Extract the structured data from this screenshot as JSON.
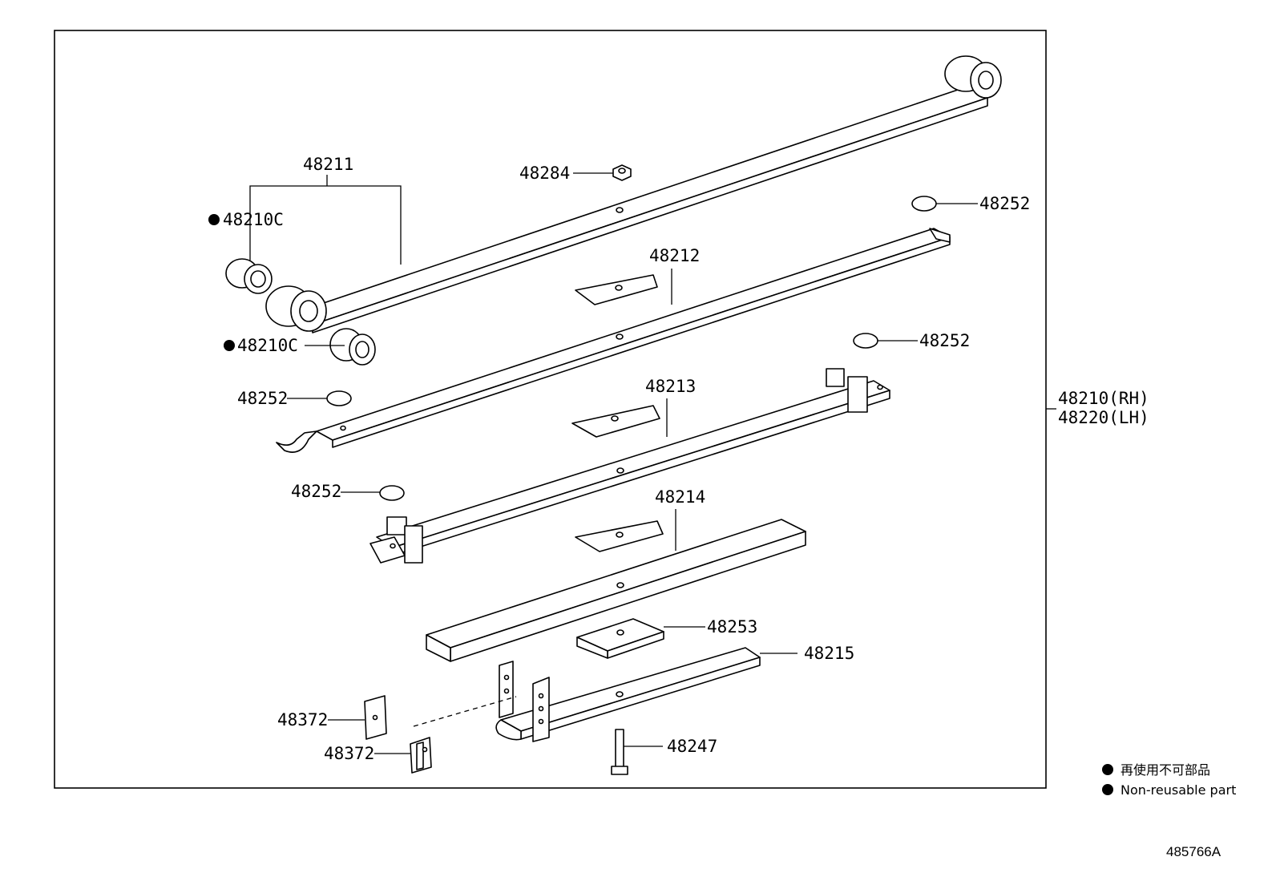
{
  "labels": {
    "p48211": "48211",
    "p48210c_top": "48210C",
    "p48210c_bottom": "48210C",
    "p48284": "48284",
    "p48252_a": "48252",
    "p48252_b": "48252",
    "p48252_c": "48252",
    "p48252_d": "48252",
    "p48212": "48212",
    "p48213": "48213",
    "p48214": "48214",
    "p48253": "48253",
    "p48215": "48215",
    "p48247": "48247",
    "p48372_a": "48372",
    "p48372_b": "48372",
    "assy_rh": "48210(RH)",
    "assy_lh": "48220(LH)"
  },
  "legend": {
    "item1": "再使用不可部品",
    "item2": "Non-reusable part"
  },
  "diagram_code": "485766A"
}
